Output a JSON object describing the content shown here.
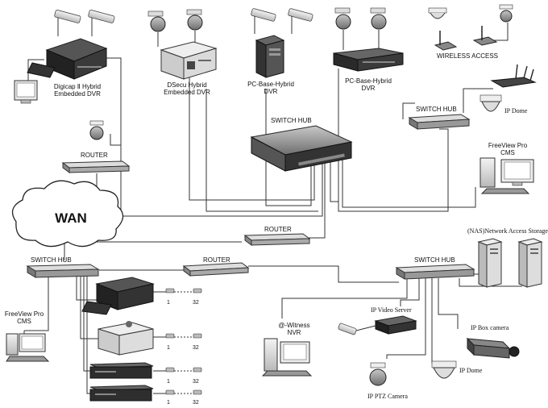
{
  "labels": {
    "digicap_dvr_line1": "Digicap Ⅱ Hybrid",
    "digicap_dvr_line2": "Embedded DVR",
    "dsecu_dvr_line1": "DSecu Hybrid",
    "dsecu_dvr_line2": "Embedded  DVR",
    "pc_dvr1_line1": "PC-Base-Hybrid",
    "pc_dvr1_line2": "DVR",
    "pc_dvr2_line1": "PC-Base-Hybrid",
    "pc_dvr2_line2": "DVR",
    "wireless_access": "WIRELESS ACCESS",
    "switch_hub_main": "SWITCH HUB",
    "switch_hub_right": "SWITCH HUB",
    "switch_hub_left": "SWITCH HUB",
    "switch_hub_lower": "SWITCH HUB",
    "ip_dome_top": "IP Dome",
    "ip_dome_bottom": "IP Dome",
    "freeview_right_line1": "FreeView Pro",
    "freeview_right_line2": "CMS",
    "freeview_left_line1": "FreeView Pro",
    "freeview_left_line2": "CMS",
    "router_top": "ROUTER",
    "router_mid": "ROUTER",
    "router_bottom": "ROUTER",
    "wan": "WAN",
    "nas": "(NAS)Network Access Storage",
    "ip_video_server": "IP Video Server",
    "ip_box_camera": "IP Box camera",
    "witness_line1": "@-Witness",
    "witness_line2": "NVR",
    "ip_ptz_camera": "IP PTZ Camera",
    "cam_range": [
      {
        "start": "1",
        "end": "32"
      },
      {
        "start": "1",
        "end": "32"
      },
      {
        "start": "1",
        "end": "32"
      },
      {
        "start": "1",
        "end": "32"
      }
    ]
  }
}
